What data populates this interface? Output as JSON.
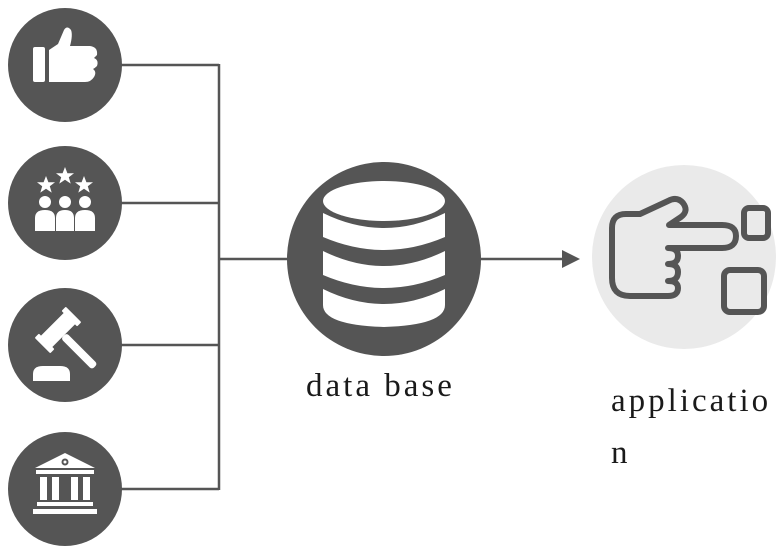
{
  "diagram": {
    "colors": {
      "icon_circle": "#555555",
      "icon_glyph": "#ffffff",
      "connector": "#555555",
      "application_circle": "#eaeaea",
      "application_glyph": "#555555"
    },
    "sources": [
      {
        "icon": "thumbs-up-icon"
      },
      {
        "icon": "rated-people-icon"
      },
      {
        "icon": "gavel-icon"
      },
      {
        "icon": "bank-icon"
      }
    ],
    "database": {
      "icon": "database-icon",
      "label": "data base"
    },
    "application": {
      "icon": "pointing-hand-icon",
      "label_line1": "applicatio",
      "label_line2": "n"
    }
  }
}
